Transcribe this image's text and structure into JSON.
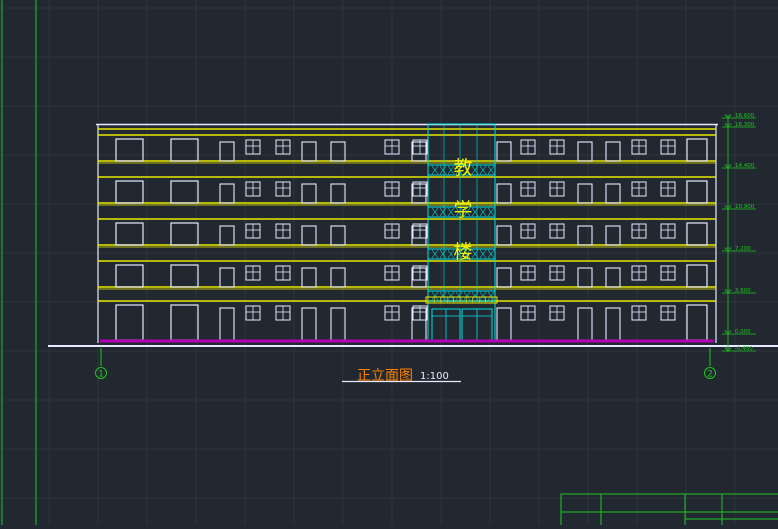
{
  "drawing": {
    "title": "正立面图",
    "scale": "1:100",
    "building_name_chars": [
      "教",
      "学",
      "楼"
    ],
    "axis_left": "1",
    "axis_right": "2"
  },
  "elevations": [
    {
      "id": "roof-top",
      "label": "16.600"
    },
    {
      "id": "roof",
      "label": "16.300"
    },
    {
      "id": "floor-5",
      "label": "14.400"
    },
    {
      "id": "floor-4",
      "label": "10.900"
    },
    {
      "id": "floor-3",
      "label": "7.200"
    },
    {
      "id": "floor-2",
      "label": "3.600"
    },
    {
      "id": "ground",
      "label": "0.000"
    },
    {
      "id": "grade",
      "label": "-0.450"
    }
  ],
  "colors": {
    "background": "#212830",
    "grid": "#2c333c",
    "frame": "#22c322",
    "floor_line": "#e8e800",
    "window": "#e8e8ff",
    "stair": "#00e0e0",
    "name": "#f0f000",
    "base": "#b400b4",
    "title": "#ff7f00"
  }
}
